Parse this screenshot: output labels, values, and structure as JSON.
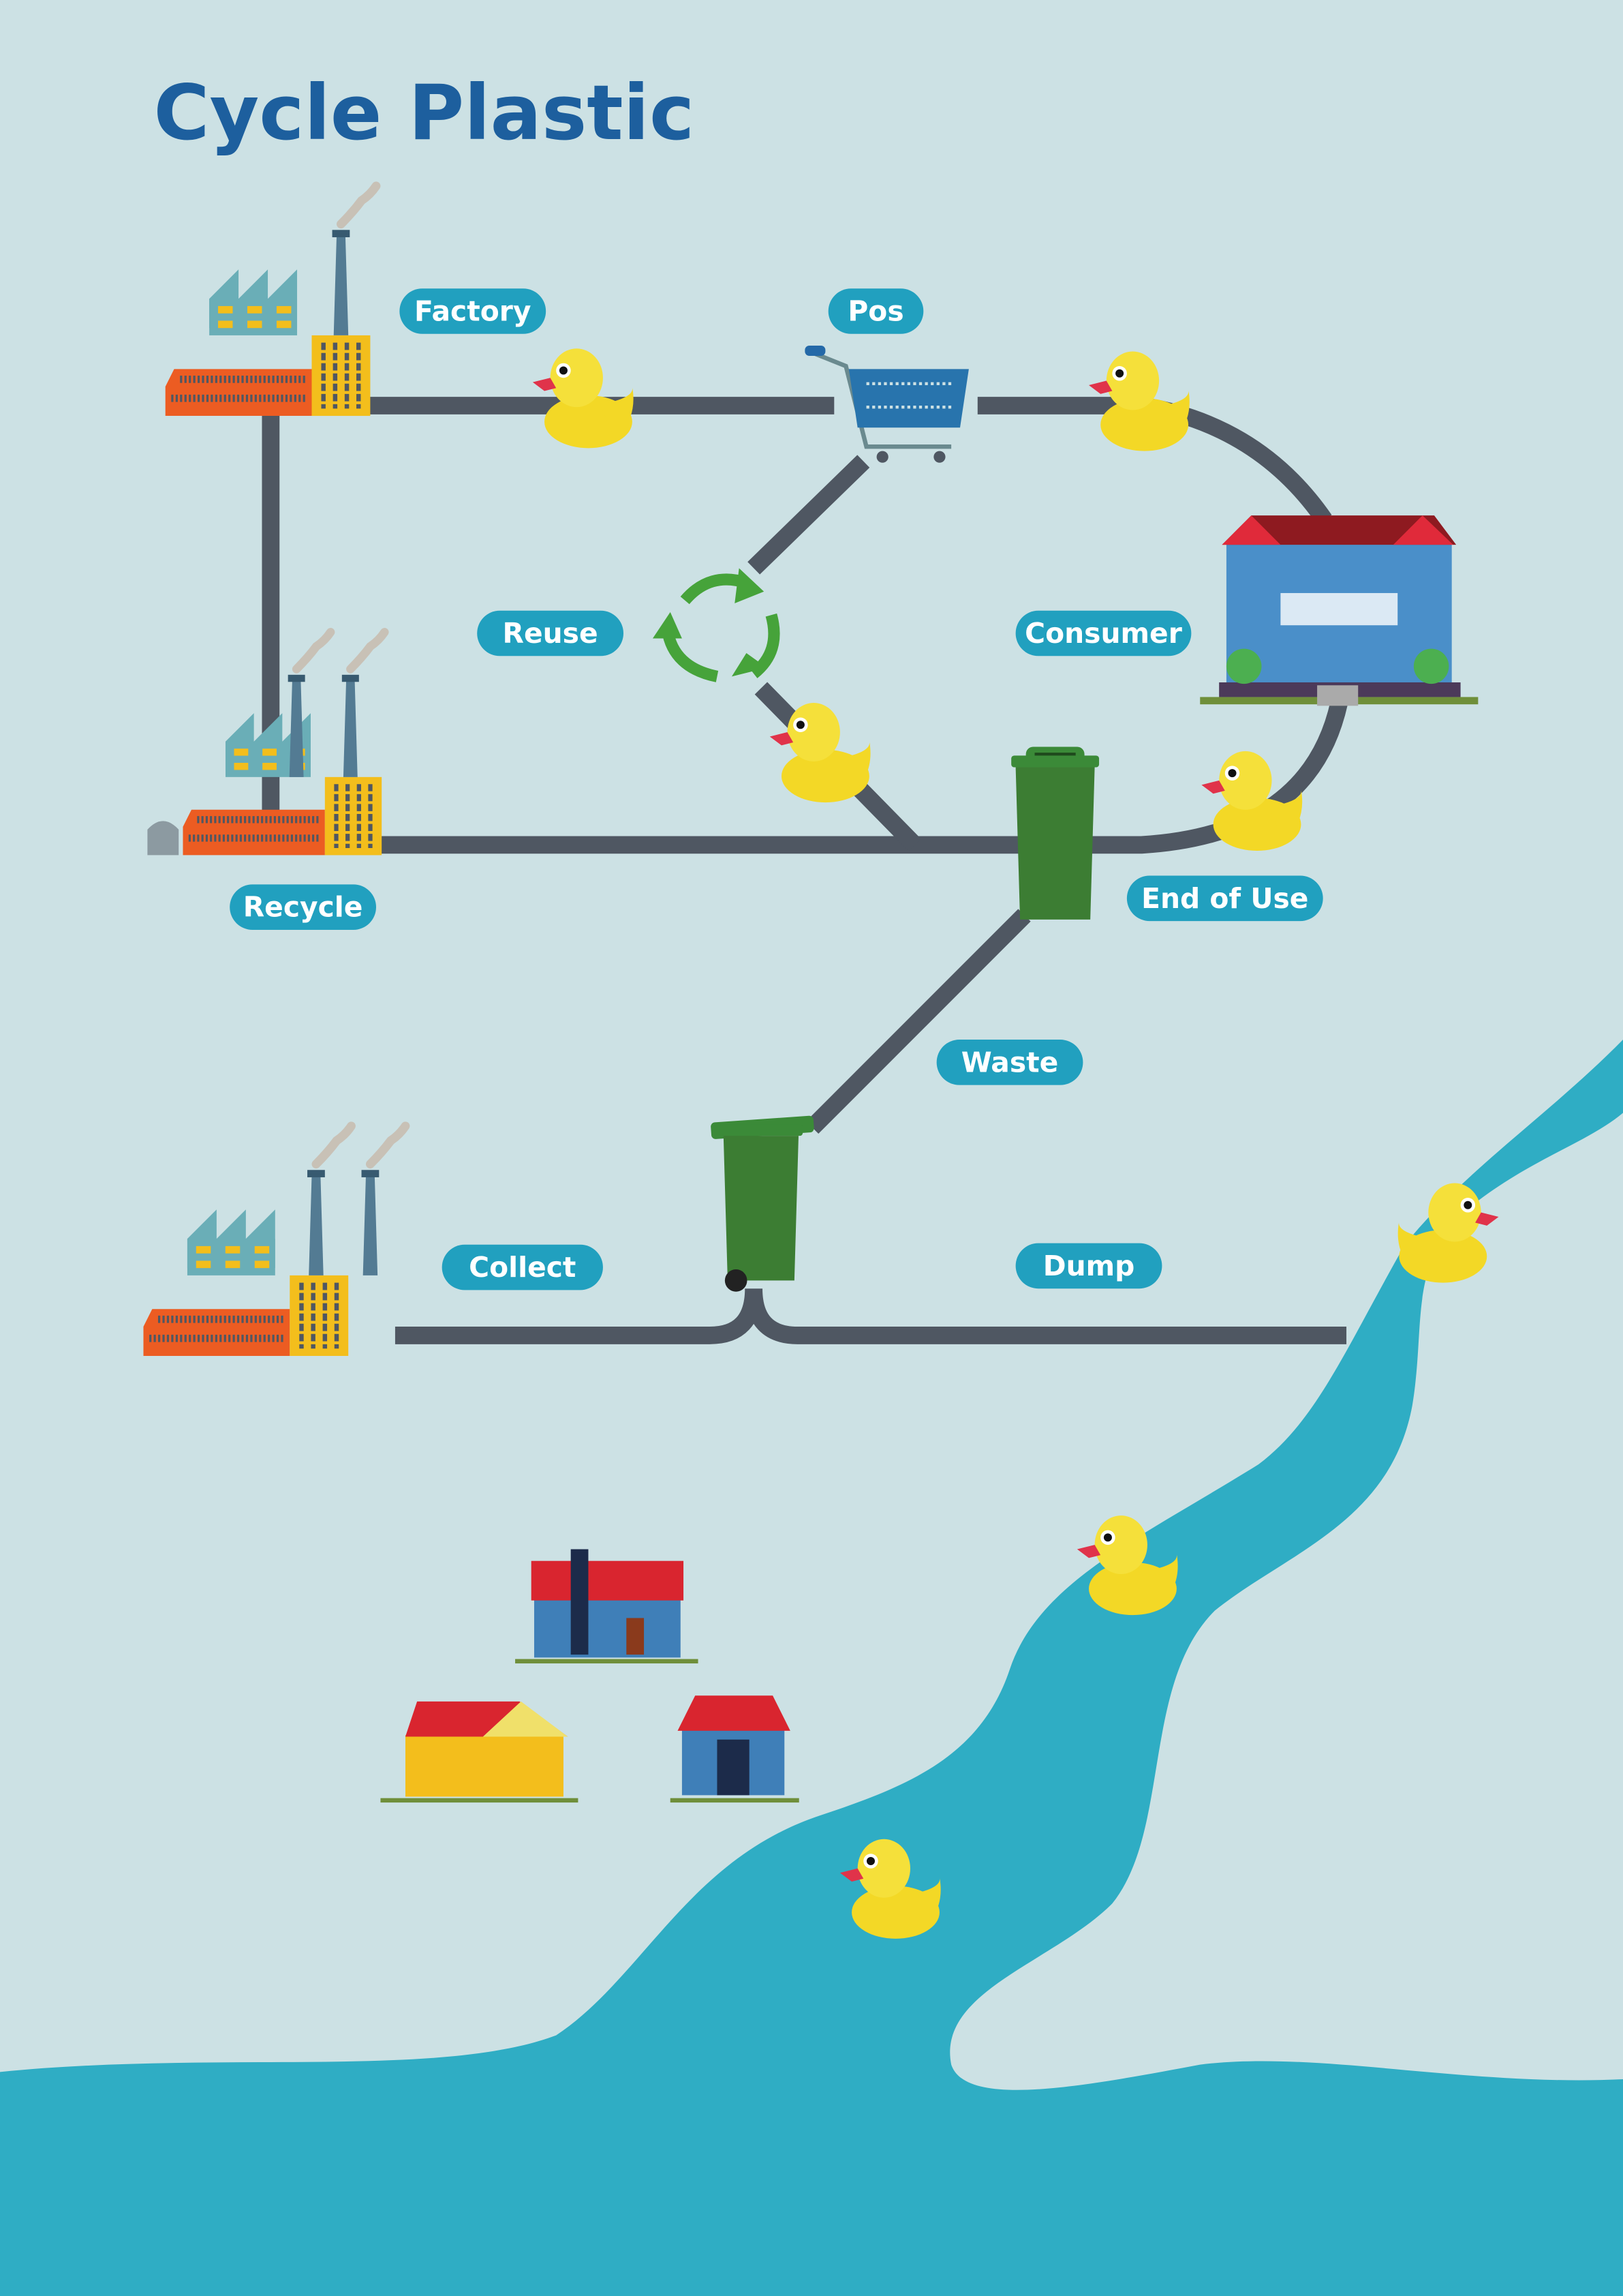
{
  "title": "Cycle Plastic",
  "labels": {
    "factory": "Factory",
    "pos": "Pos",
    "reuse": "Reuse",
    "consumer": "Consumer",
    "recycle": "Recycle",
    "end_of_use": "End of Use",
    "waste": "Waste",
    "collect": "Collect",
    "dump": "Dump"
  },
  "colors": {
    "background": "#cce1e4",
    "title": "#1d5f9e",
    "label_pill": "#21a0bf",
    "road": "#4f5762",
    "river": "#2fadc4",
    "duck": "#f5dc2c"
  }
}
